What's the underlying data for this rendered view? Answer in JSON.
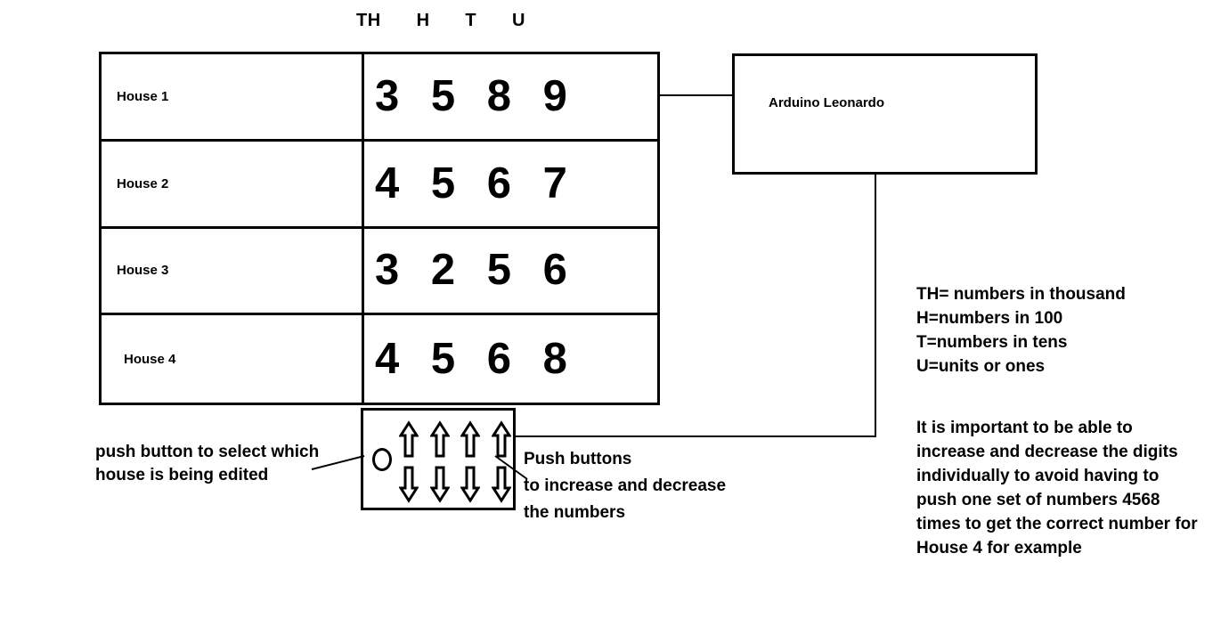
{
  "column_headers": [
    "TH",
    "H",
    "T",
    "U"
  ],
  "table": {
    "rows": [
      {
        "label": "House 1",
        "digits": "3 5 8 9"
      },
      {
        "label": "House 2",
        "digits": "4 5 6 7"
      },
      {
        "label": "House 3",
        "digits": "3 2 5 6"
      },
      {
        "label": "House 4",
        "digits": "4 5 6 8"
      }
    ]
  },
  "arduino": {
    "label": "Arduino Leonardo"
  },
  "captions": {
    "select_button": "push button to select which house is being edited",
    "push_buttons_title": "Push buttons",
    "push_buttons_line2": "to increase and decrease",
    "push_buttons_line3": "the numbers"
  },
  "legend": {
    "lines": [
      "TH= numbers in thousand",
      "H=numbers in 100",
      "T=numbers in tens",
      "U=units or ones"
    ]
  },
  "note": {
    "text": "It is important to be able to increase and decrease the digits individually to avoid having to push one set of numbers 4568 times to get the correct number for House 4 for example"
  },
  "colors": {
    "stroke": "#000000",
    "background": "#ffffff"
  }
}
